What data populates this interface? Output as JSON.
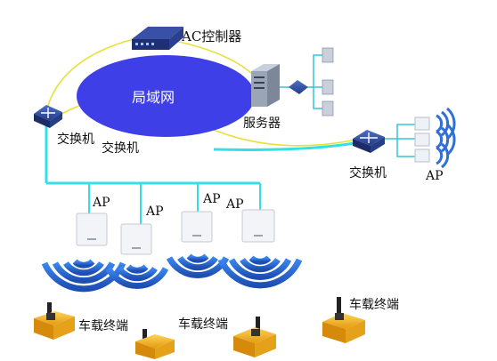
{
  "lan": {
    "label": "局域网",
    "fill": "#3f3fe8"
  },
  "ac_controller": {
    "label": "AC控制器"
  },
  "server": {
    "label": "服务器"
  },
  "switch_left": {
    "label": "交换机",
    "label2": "交换机"
  },
  "switch_right": {
    "label": "交换机"
  },
  "ap_right": {
    "label": "AP"
  },
  "aps": [
    {
      "label": "AP"
    },
    {
      "label": "AP"
    },
    {
      "label": "AP"
    },
    {
      "label": "AP"
    }
  ],
  "terminals": [
    {
      "label": "车载终端"
    },
    {
      "label": "车载终端"
    },
    {
      "label": "车载终端"
    }
  ],
  "colors": {
    "cable_cyan": "#33e0e6",
    "cable_yellow": "#e8e03a",
    "switch_blue": "#2f4a9e",
    "wave_blue": "#2f6fd6",
    "vehicle_yellow": "#f0b21e"
  }
}
